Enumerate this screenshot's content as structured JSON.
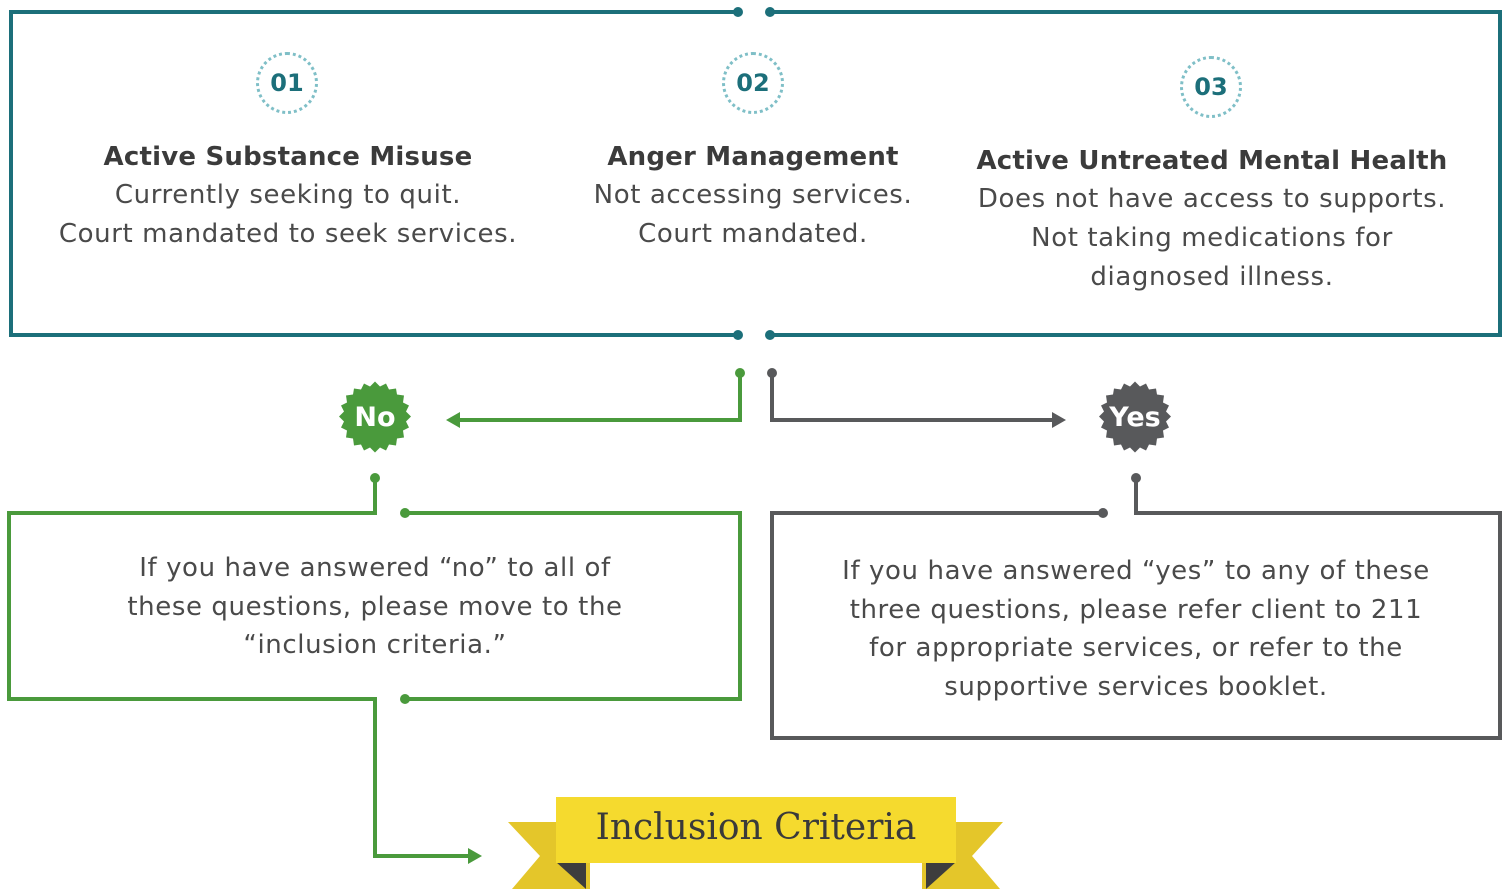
{
  "colors": {
    "teal": "#1c6f7a",
    "green": "#4a9a3c",
    "gray": "#58595b",
    "banner_yellow": "#f5da2e",
    "banner_tail": "#e4c62a",
    "banner_fold": "#3d3d3d"
  },
  "items": [
    {
      "number": "01",
      "title": "Active Substance Misuse",
      "lines": [
        "Currently seeking to quit.",
        "Court mandated to seek services."
      ]
    },
    {
      "number": "02",
      "title": "Anger Management",
      "lines": [
        "Not accessing services.",
        "Court mandated."
      ]
    },
    {
      "number": "03",
      "title": "Active Untreated Mental Health",
      "lines": [
        "Does not have access to supports.",
        "Not taking medications for",
        "diagnosed illness."
      ]
    }
  ],
  "branches": {
    "no": {
      "label": "No",
      "message": [
        "If you have answered “no” to all of",
        "these questions, please move to the",
        "“inclusion criteria.”"
      ]
    },
    "yes": {
      "label": "Yes",
      "message": [
        "If you have answered “yes” to any of these",
        "three questions, please refer client to 211",
        "for appropriate services, or refer to the",
        "supportive services booklet."
      ]
    }
  },
  "banner": {
    "label": "Inclusion Criteria"
  }
}
